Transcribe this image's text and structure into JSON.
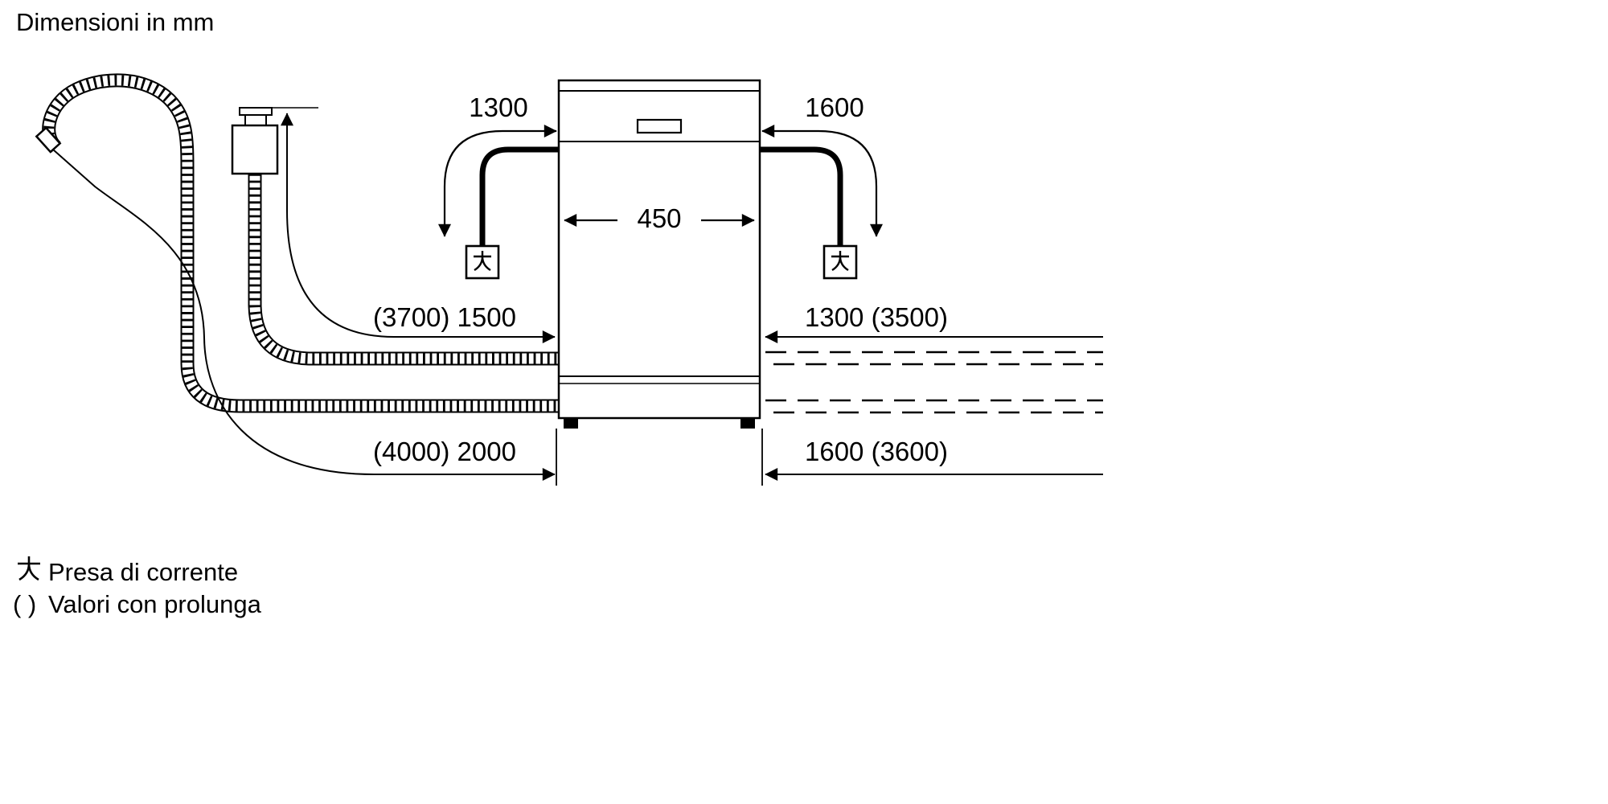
{
  "title": "Dimensioni in mm",
  "colors": {
    "line": "#000000",
    "background": "#ffffff"
  },
  "diagram": {
    "appliance": {
      "width_label": "450"
    },
    "dimensions": {
      "top_left_cord": "1300",
      "top_right_cord": "1600",
      "mid_left_supply_hose": "(3700) 1500",
      "mid_right_supply_hose": "1300 (3500)",
      "bottom_left_drain_hose": "(4000) 2000",
      "bottom_right_drain_hose": "1600 (3600)"
    }
  },
  "legend": {
    "power_symbol_label": "Presa di corrente",
    "parentheses_symbol": "( )",
    "parentheses_label": "Valori con prolunga"
  }
}
